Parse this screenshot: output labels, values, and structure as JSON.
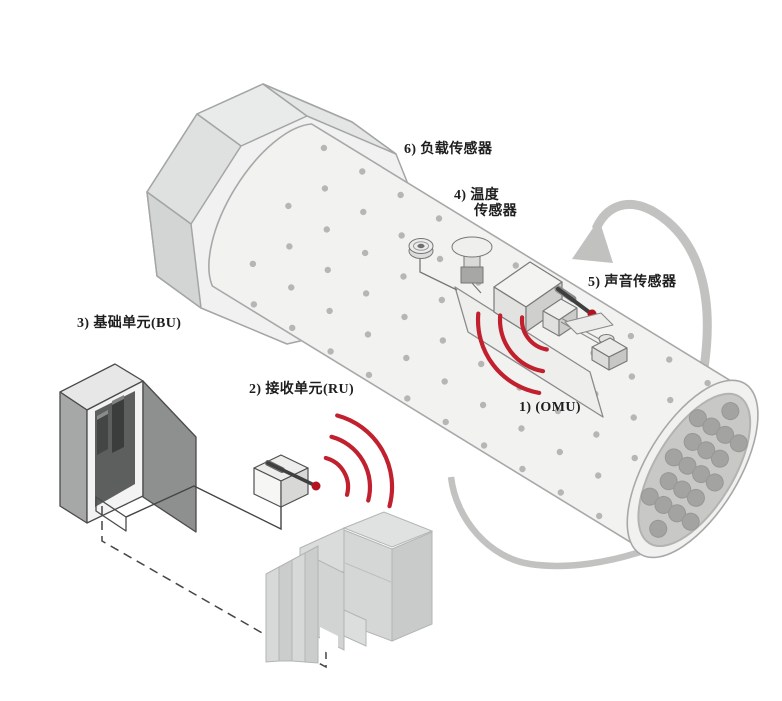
{
  "labels": {
    "omu": "1) (OMU)",
    "receiver_unit": "2) 接收单元(RU)",
    "base_unit": "3) 基础单元(BU)",
    "temperature_sensor_line1": "4) 温度",
    "temperature_sensor_line2": "传感器",
    "sound_sensor": "5) 声音传感器",
    "load_sensor": "6) 负载传感器"
  },
  "colors": {
    "signal_red": "#c1202e",
    "antenna_tip_red": "#b5121f",
    "rotation_arrow": "#c2c2c1",
    "line_dark": "#454545",
    "drum_fill": "#f2f2f1",
    "drum_stroke": "#a8a8a8",
    "drum_rivet": "#b6b6b5",
    "end_face": "#c8c8c7",
    "end_hole": "#a3a3a2"
  }
}
